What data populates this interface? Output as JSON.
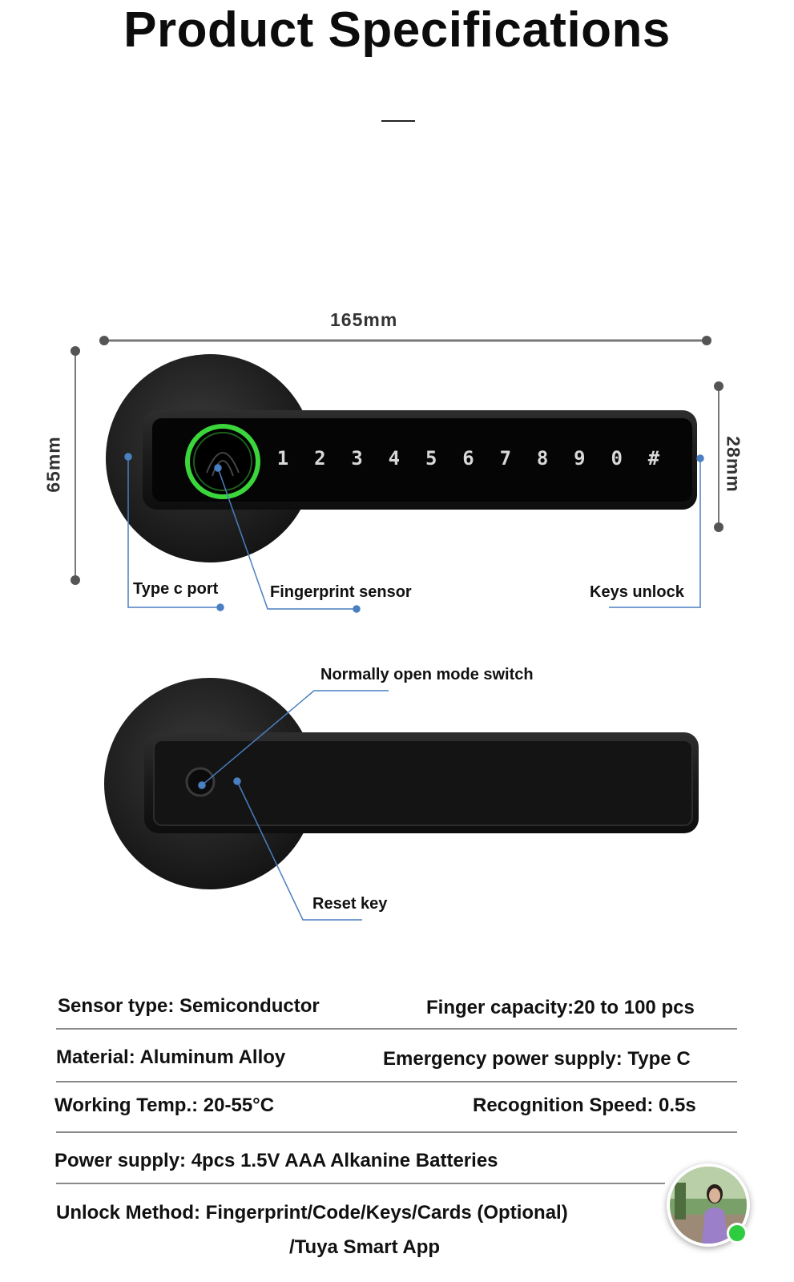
{
  "header": {
    "title": "Product Specifications"
  },
  "dimensions": {
    "width": "165mm",
    "height": "65mm",
    "handle_height": "28mm"
  },
  "keypad": {
    "keys": [
      "1",
      "2",
      "3",
      "4",
      "5",
      "6",
      "7",
      "8",
      "9",
      "0",
      "#"
    ]
  },
  "callouts": {
    "type_c_port": "Type c port",
    "fingerprint_sensor": "Fingerprint sensor",
    "keys_unlock": "Keys unlock",
    "normally_open_switch": "Normally open mode switch",
    "reset_key": "Reset key"
  },
  "specs": {
    "sensor_type": "Sensor type: Semiconductor",
    "finger_capacity": "Finger capacity:20 to 100 pcs",
    "material": "Material: Aluminum Alloy",
    "emergency_power": "Emergency power supply: Type C",
    "working_temp": "Working Temp.: 20-55°C",
    "recognition_speed": "Recognition Speed: 0.5s",
    "power_supply": "Power supply: 4pcs 1.5V AAA Alkanine Batteries",
    "unlock_method_line1": "Unlock Method: Fingerprint/Code/Keys/Cards (Optional)",
    "unlock_method_line2": "/Tuya Smart App"
  },
  "colors": {
    "accent_callout": "#4a7fc1",
    "ring": "#3bd63b",
    "online": "#2ecc40"
  }
}
